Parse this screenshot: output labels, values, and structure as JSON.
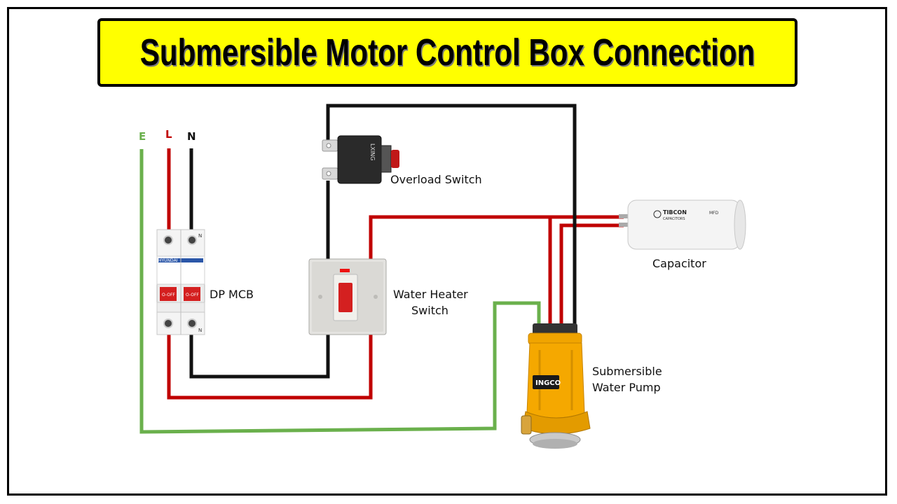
{
  "title": "Submersible Motor Control Box Connection",
  "terminals": {
    "earth": "E",
    "line": "L",
    "neutral": "N"
  },
  "components": {
    "mcb": {
      "label": "DP MCB",
      "brand": "HYUNDAI",
      "off_left": "O-OFF",
      "off_right": "O-OFF",
      "pole_n_top": "N",
      "pole_n_bottom": "N"
    },
    "overload": {
      "label": "Overload Switch",
      "brand": "LXING"
    },
    "heater_switch": {
      "label_line1": "Water Heater",
      "label_line2": "Switch"
    },
    "capacitor": {
      "label": "Capacitor",
      "brand": "TIBCON",
      "brand_sub": "CAPACITORS",
      "mfd": "MFD"
    },
    "pump": {
      "label_line1": "Submersible",
      "label_line2": "Water Pump",
      "brand": "INGCO"
    }
  },
  "colors": {
    "title_bg": "#ffff00",
    "earth_wire": "#6ab04c",
    "line_wire": "#c00000",
    "neutral_wire": "#111111",
    "switch_rocker": "#d42020",
    "pump_body": "#f5a800"
  }
}
